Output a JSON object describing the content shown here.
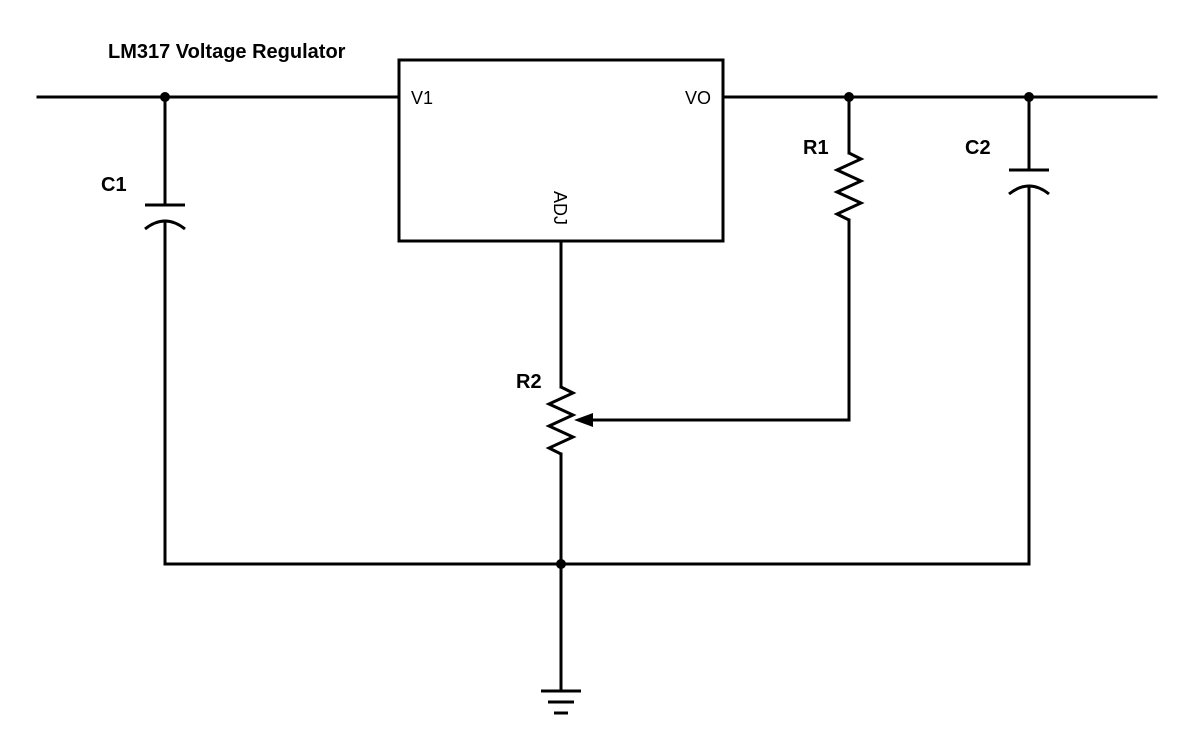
{
  "title": "LM317 Voltage Regulator",
  "components": {
    "regulator": {
      "pins": {
        "input": "V1",
        "output": "VO",
        "adjust": "ADJ"
      }
    },
    "c1": {
      "label": "C1"
    },
    "c2": {
      "label": "C2"
    },
    "r1": {
      "label": "R1"
    },
    "r2": {
      "label": "R2"
    }
  },
  "colors": {
    "line": "#000000",
    "background": "#ffffff"
  }
}
